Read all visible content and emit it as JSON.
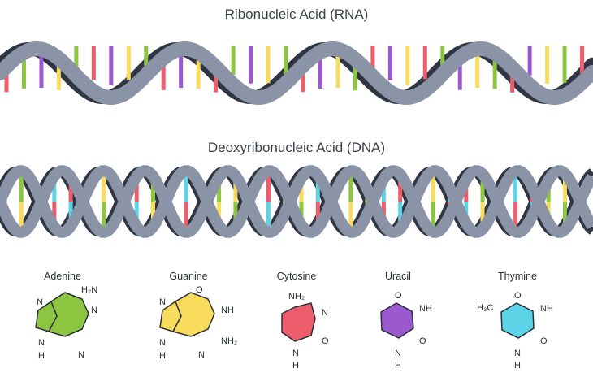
{
  "titles": {
    "rna": "Ribonucleic Acid (RNA)",
    "dna": "Deoxyribonucleic Acid (DNA)"
  },
  "colors": {
    "backbone_front": "#8a94a6",
    "backbone_back": "#2f3542",
    "red": "#ee5d6c",
    "green": "#8cc640",
    "yellow": "#f9dc5c",
    "purple": "#9b59d0",
    "cyan": "#5cd3e6"
  },
  "rna_base_colors": [
    "red",
    "green",
    "purple",
    "yellow",
    "green",
    "red",
    "purple",
    "yellow",
    "green",
    "red",
    "purple",
    "yellow",
    "red",
    "green",
    "purple",
    "yellow",
    "green",
    "red",
    "purple",
    "yellow",
    "green",
    "red",
    "purple",
    "yellow",
    "red",
    "green",
    "purple",
    "yellow",
    "green",
    "red",
    "purple",
    "yellow",
    "green",
    "red"
  ],
  "dna_pairs": [
    [
      "red",
      "cyan"
    ],
    [
      "green",
      "yellow"
    ],
    [
      "yellow",
      "green"
    ],
    [
      "cyan",
      "red"
    ],
    [
      "red",
      "cyan"
    ],
    [
      "green",
      "yellow"
    ],
    [
      "yellow",
      "green"
    ],
    [
      "cyan",
      "red"
    ],
    [
      "red",
      "cyan"
    ],
    [
      "green",
      "yellow"
    ],
    [
      "yellow",
      "green"
    ],
    [
      "cyan",
      "red"
    ],
    [
      "red",
      "cyan"
    ],
    [
      "green",
      "yellow"
    ],
    [
      "yellow",
      "green"
    ],
    [
      "cyan",
      "red"
    ],
    [
      "red",
      "cyan"
    ],
    [
      "green",
      "yellow"
    ],
    [
      "yellow",
      "green"
    ],
    [
      "cyan",
      "red"
    ],
    [
      "red",
      "cyan"
    ],
    [
      "green",
      "yellow"
    ],
    [
      "yellow",
      "green"
    ],
    [
      "cyan",
      "red"
    ],
    [
      "red",
      "cyan"
    ],
    [
      "green",
      "yellow"
    ],
    [
      "yellow",
      "green"
    ],
    [
      "cyan",
      "red"
    ],
    [
      "red",
      "cyan"
    ],
    [
      "green",
      "yellow"
    ],
    [
      "yellow",
      "green"
    ],
    [
      "cyan",
      "red"
    ],
    [
      "red",
      "cyan"
    ],
    [
      "green",
      "yellow"
    ],
    [
      "yellow",
      "green"
    ],
    [
      "cyan",
      "red"
    ]
  ],
  "bases": {
    "adenine": {
      "name": "Adenine",
      "color": "#8cc640",
      "nh2": "H₂N",
      "n1": "N",
      "n2": "N",
      "n3": "N",
      "nh": "N",
      "h": "H"
    },
    "guanine": {
      "name": "Guanine",
      "color": "#f9dc5c",
      "o": "O",
      "n1": "N",
      "nh": "NH",
      "n2": "N",
      "nh2": "NH₂",
      "h": "H",
      "n3": "N"
    },
    "cytosine": {
      "name": "Cytosine",
      "color": "#ee5d6c",
      "nh2": "NH₂",
      "n": "N",
      "o": "O",
      "nh": "N",
      "h": "H"
    },
    "uracil": {
      "name": "Uracil",
      "color": "#9b59d0",
      "o1": "O",
      "nh1": "NH",
      "o2": "O",
      "nh2": "N",
      "h": "H"
    },
    "thymine": {
      "name": "Thymine",
      "color": "#5cd3e6",
      "h3c": "H₃C",
      "o1": "O",
      "nh": "NH",
      "o2": "O",
      "n": "N",
      "h": "H"
    }
  }
}
